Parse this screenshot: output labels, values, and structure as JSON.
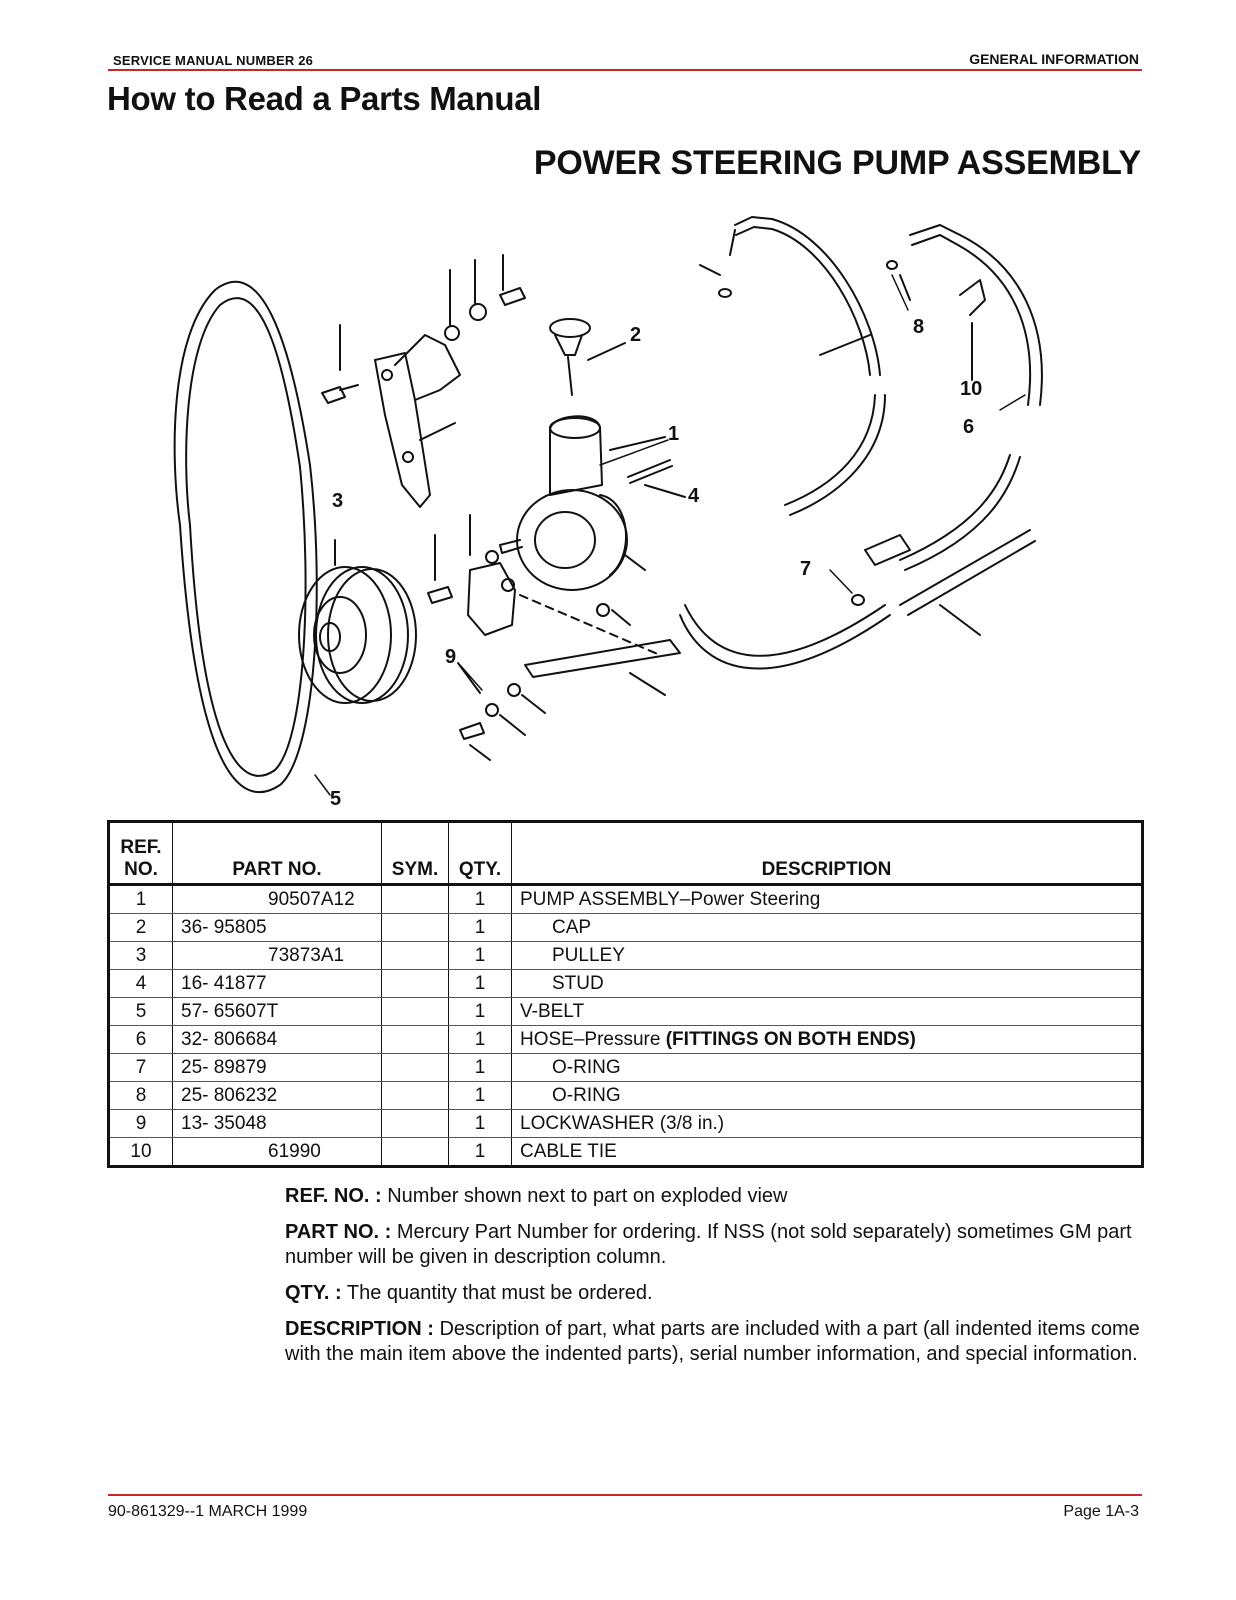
{
  "header": {
    "left": "SERVICE MANUAL NUMBER 26",
    "right": "GENERAL INFORMATION"
  },
  "title": "How to Read a Parts Manual",
  "subtitle": "POWER STEERING PUMP ASSEMBLY",
  "diagram": {
    "callouts": [
      "1",
      "2",
      "3",
      "4",
      "5",
      "6",
      "7",
      "8",
      "9",
      "10"
    ]
  },
  "table": {
    "headers": {
      "ref_line1": "REF.",
      "ref_line2": "NO.",
      "part_no": "PART NO.",
      "sym": "SYM.",
      "qty": "QTY.",
      "description": "DESCRIPTION"
    },
    "rows": [
      {
        "ref": "1",
        "part_no": "90507A12",
        "sym": "",
        "qty": "1",
        "desc": "PUMP ASSEMBLY–Power Steering",
        "desc_bold": "",
        "pn_indent": true,
        "desc_indent": false
      },
      {
        "ref": "2",
        "part_no": "36- 95805",
        "sym": "",
        "qty": "1",
        "desc": "CAP",
        "desc_bold": "",
        "pn_indent": false,
        "desc_indent": true
      },
      {
        "ref": "3",
        "part_no": "73873A1",
        "sym": "",
        "qty": "1",
        "desc": "PULLEY",
        "desc_bold": "",
        "pn_indent": true,
        "desc_indent": true
      },
      {
        "ref": "4",
        "part_no": "16- 41877",
        "sym": "",
        "qty": "1",
        "desc": "STUD",
        "desc_bold": "",
        "pn_indent": false,
        "desc_indent": true
      },
      {
        "ref": "5",
        "part_no": "57- 65607T",
        "sym": "",
        "qty": "1",
        "desc": "V-BELT",
        "desc_bold": "",
        "pn_indent": false,
        "desc_indent": false
      },
      {
        "ref": "6",
        "part_no": "32- 806684",
        "sym": "",
        "qty": "1",
        "desc": "HOSE–Pressure ",
        "desc_bold": "(FITTINGS ON BOTH ENDS)",
        "pn_indent": false,
        "desc_indent": false
      },
      {
        "ref": "7",
        "part_no": "25- 89879",
        "sym": "",
        "qty": "1",
        "desc": "O-RING",
        "desc_bold": "",
        "pn_indent": false,
        "desc_indent": true
      },
      {
        "ref": "8",
        "part_no": "25- 806232",
        "sym": "",
        "qty": "1",
        "desc": "O-RING",
        "desc_bold": "",
        "pn_indent": false,
        "desc_indent": true
      },
      {
        "ref": "9",
        "part_no": "13- 35048",
        "sym": "",
        "qty": "1",
        "desc": "LOCKWASHER (3/8 in.)",
        "desc_bold": "",
        "pn_indent": false,
        "desc_indent": false
      },
      {
        "ref": "10",
        "part_no": "61990",
        "sym": "",
        "qty": "1",
        "desc": "CABLE TIE",
        "desc_bold": "",
        "pn_indent": true,
        "desc_indent": false
      }
    ]
  },
  "notes": [
    {
      "term": "REF. NO. :",
      "text": " Number shown next to part on exploded view"
    },
    {
      "term": "PART NO. :",
      "text": " Mercury Part Number for ordering. If NSS (not sold separately) sometimes GM part number will be given in description column."
    },
    {
      "term": "QTY. :",
      "text": " The quantity that must be ordered."
    },
    {
      "term": "DESCRIPTION :",
      "text": " Description of part, what parts are included with a part (all indented items come with the main item above the indented parts), serial number information, and special information."
    }
  ],
  "footer": {
    "left": "90-861329--1   MARCH 1999",
    "right": "Page 1A-3"
  }
}
